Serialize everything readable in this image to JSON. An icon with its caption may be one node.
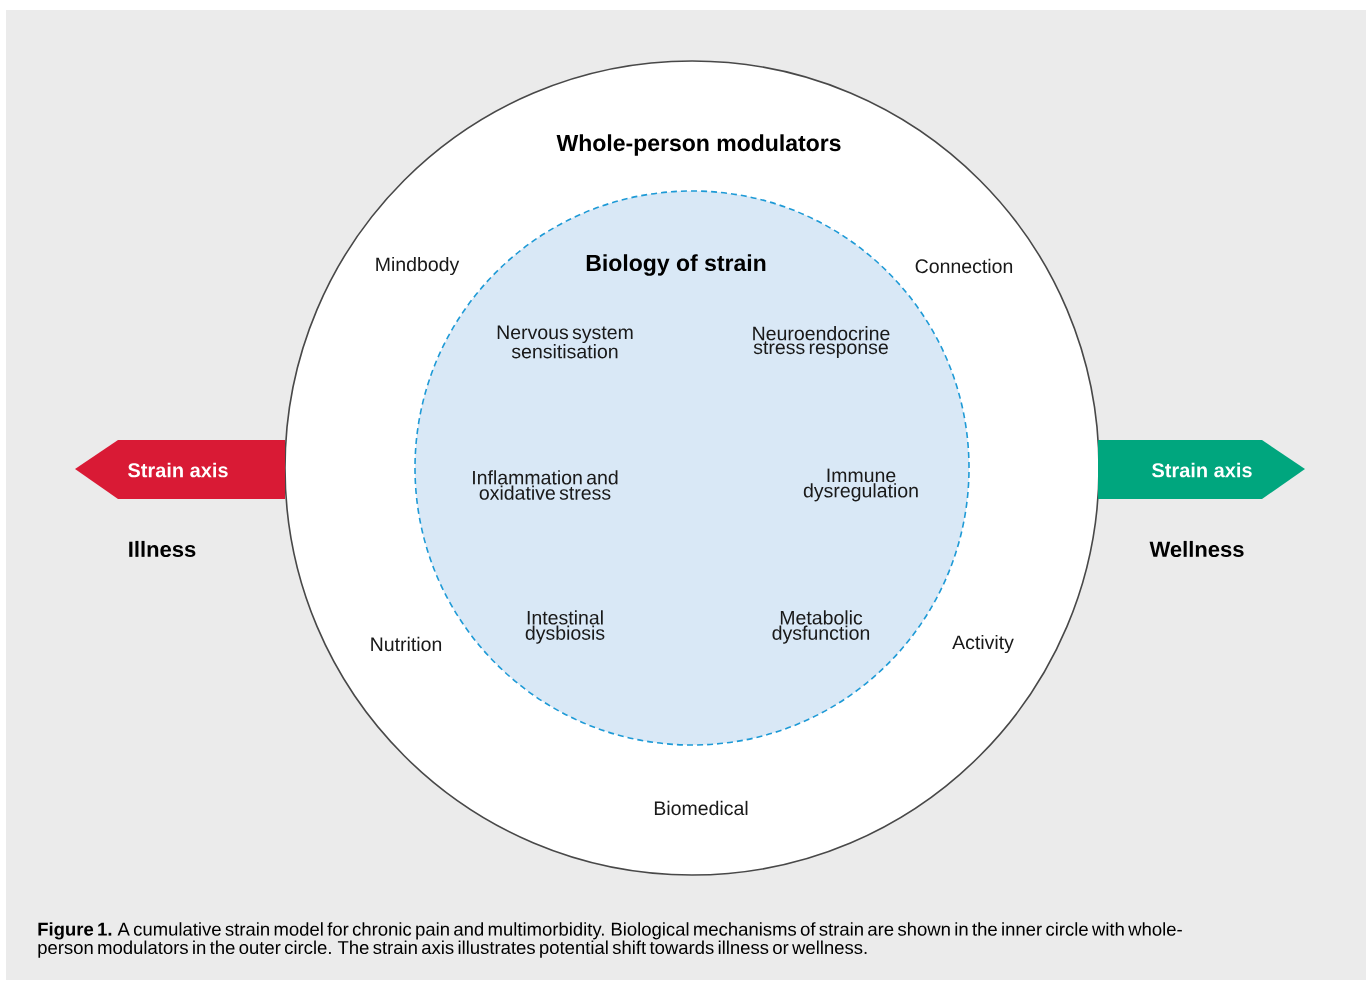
{
  "diagram": {
    "caption": "**Figure 1.** A cumulative strain model for chronic pain and multimorbidity. Biological mechanisms of strain are shown in the inner circle with whole-person modulators in the outer circle. The strain axis illustrates potential shift towards illness or wellness.",
    "nodes": [
      {
        "text": [
          "Whole-person modulators",
          "Mindbody",
          "Connection",
          "Nutrition",
          "Activity",
          "Biomedical"
        ]
      },
      {
        "text": [
          "Biology of strain",
          "Nervous system sensitisation",
          "Neuroendocrine stress response",
          "Inflammation and oxidative stress",
          "Immune dysregulation",
          "Intestinal dysbiosis",
          "Metabolic dysfunction"
        ],
        "in": 0
      },
      {
        "text": [
          "Strain axis"
        ],
        "beside": [
          "Illness"
        ]
      },
      {
        "text": [
          "Strain axis"
        ],
        "beside": [
          "Wellness"
        ]
      }
    ]
  }
}
